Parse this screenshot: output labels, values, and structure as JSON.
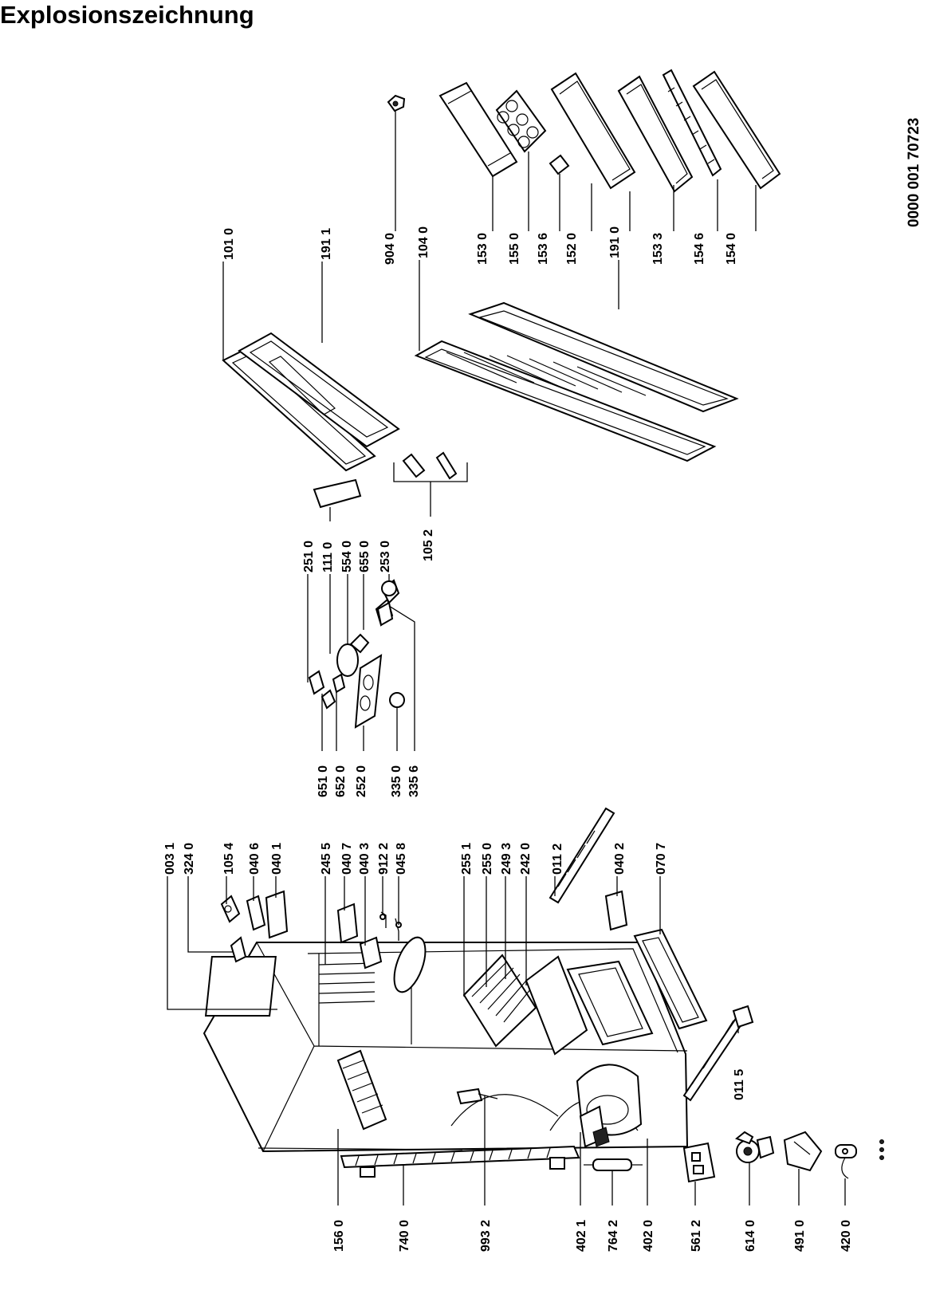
{
  "title": "Explosionszeichnung",
  "drawing_code": "0000  001 70723",
  "labels": {
    "l1010": "101 0",
    "l1911": "191 1",
    "l9040": "904 0",
    "l1040": "104 0",
    "l1530": "153 0",
    "l1550": "155 0",
    "l1536": "153 6",
    "l1520": "152 0",
    "l1910": "191 0",
    "l1533": "153 3",
    "l1546": "154 6",
    "l1540": "154 0",
    "l2510": "251 0",
    "l1110": "111 0",
    "l5540": "554 0",
    "l6550": "655 0",
    "l2530": "253 0",
    "l1052": "105 2",
    "l6510": "651 0",
    "l6520": "652 0",
    "l2520": "252 0",
    "l3350": "335 0",
    "l3356": "335 6",
    "l0031": "003 1",
    "l3240": "324 0",
    "l1054": "105 4",
    "l0406": "040 6",
    "l0401": "040 1",
    "l2455": "245 5",
    "l0407": "040 7",
    "l0403": "040 3",
    "l9122": "912 2",
    "l0458": "045 8",
    "l2551": "255 1",
    "l2550": "255 0",
    "l2493": "249 3",
    "l2420": "242 0",
    "l0112": "011 2",
    "l0402": "040 2",
    "l0707": "070 7",
    "l0115": "011 5",
    "l1560": "156 0",
    "l7400": "740 0",
    "l9932": "993 2",
    "l4021": "402 1",
    "l7642": "764 2",
    "l4020": "402 0",
    "l5612": "561 2",
    "l6140": "614 0",
    "l4910": "491 0",
    "l4200": "420 0"
  }
}
